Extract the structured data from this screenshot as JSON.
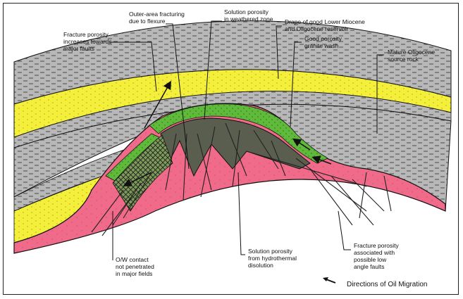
{
  "colors": {
    "shale": "#b8b8b8",
    "shale_dash": "#4a4a4a",
    "sandstone": "#f4ef3b",
    "granite": "#f06a8a",
    "granite_wash": "#5fb93a",
    "fracture_zone": "#5a5e4e",
    "outline": "#111111"
  },
  "labels": {
    "outer_fracturing": [
      "Outer-area fracturing",
      "due to flexure"
    ],
    "solution_weathered": [
      "Solution porosity",
      "in weathered zone"
    ],
    "drape_reservoir": [
      "Drape of good Lower Miocene",
      "and Oligocene reservoir"
    ],
    "granite_wash": [
      "Good porosity",
      "granite wash"
    ],
    "source_rock": [
      "Mature Oligocene",
      "source rock"
    ],
    "fracture_faults": [
      "Fracture porosity",
      "increases towards",
      "major faults"
    ],
    "ow_contact": [
      "O/W contact",
      "not penetrated",
      "in major fields"
    ],
    "solution_hydrothermal": [
      "Solution porosity",
      "from hydrothermal",
      "disolution"
    ],
    "fracture_low_angle": [
      "Fracture porosity",
      "associated with",
      "possible low",
      "angle faults"
    ]
  },
  "legend": {
    "icon": "migration-arrow-icon",
    "text": "Directions of Oil Migration"
  }
}
